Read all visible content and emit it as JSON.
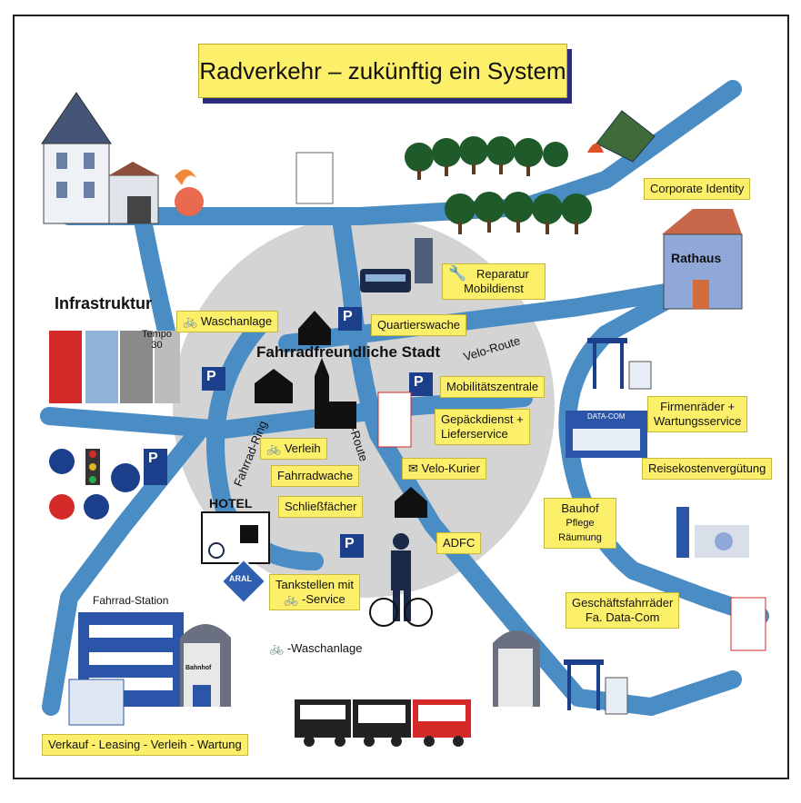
{
  "title": "Radverkehr – zukünftig ein System",
  "labels": {
    "corporate_identity": "Corporate Identity",
    "rathaus": "Rathaus",
    "reparatur": "Reparatur",
    "mobildienst": "Mobildienst",
    "waschanlage": "Waschanlage",
    "quartierswache": "Quartierswache",
    "velo_route_1": "Velo-Route",
    "infrastruktur": "Infrastruktur",
    "tempo": "Tempo",
    "tempo_30": "30",
    "fahrradfreundliche_stadt": "Fahrradfreundliche Stadt",
    "mobilitaetszentrale": "Mobilitätszentrale",
    "gepaeckdienst": "Gepäckdienst +",
    "lieferservice": "Lieferservice",
    "firmenraeder": "Firmenräder +",
    "wartungsservice": "Wartungsservice",
    "reisekosten": "Reisekostenvergütung",
    "fahrrad_ring": "Fahrrad-Ring",
    "velo_route_2": "Velo-Route",
    "verleih": "Verleih",
    "fahrradwache": "Fahrradwache",
    "velo_kurier": "Velo-Kurier",
    "hotel": "HOTEL",
    "schliessfaecher": "Schließfächer",
    "bauhof": "Bauhof",
    "pflege": "Pflege",
    "raeumung": "Räumung",
    "adfc": "ADFC",
    "aral": "ARAL",
    "tankstellen_1": "Tankstellen mit",
    "tankstellen_2": "-Service",
    "fahrrad_station": "Fahrrad-Station",
    "bahnhof": "Bahnhof",
    "waschanlage_2": "-Waschanlage",
    "geschaeftsfahrraeder": "Geschäftsfahrräder",
    "fa_datacom": "Fa. Data-Com",
    "datacom_sign": "DATA-COM",
    "verkauf": "Verkauf - Leasing - Verleih - Wartung",
    "parking": "P"
  },
  "colors": {
    "road": "#4a8cc4",
    "plaza": "#d4d4d4",
    "label_bg": "#fcef6a",
    "tree": "#1e5a2a",
    "sign_blue": "#1c3f8c",
    "sign_red": "#d42a2a"
  },
  "icons": [
    "house-icon",
    "tree-icon",
    "tent-icon",
    "campfire-icon",
    "town-hall-icon",
    "wrench-icon",
    "parking-icon",
    "bicycle-icon",
    "signpost-icon",
    "hotel-icon",
    "train-icon",
    "police-officer-icon",
    "gas-station-icon",
    "bus-stop-icon",
    "factory-icon",
    "traffic-sign-icon"
  ]
}
